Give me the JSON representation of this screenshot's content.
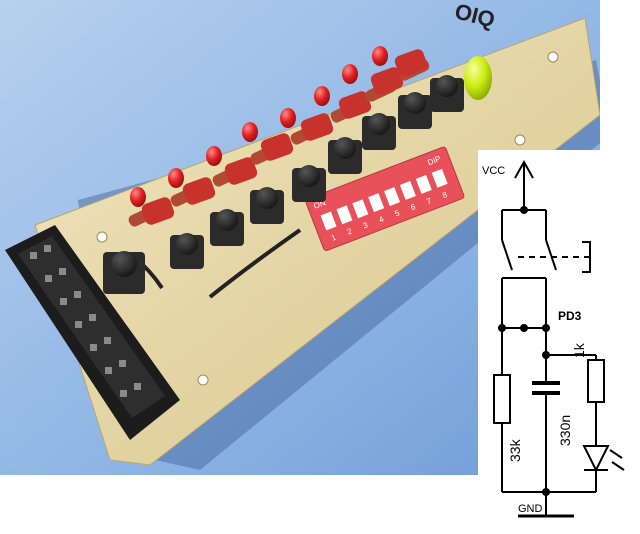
{
  "photo": {
    "board_marking": "OIQ",
    "dip_switch": {
      "header_left": "ON",
      "header_right": "DIP",
      "numbers": [
        "1",
        "2",
        "3",
        "4",
        "5",
        "6",
        "7",
        "8"
      ]
    }
  },
  "schematic": {
    "vcc_label": "VCC",
    "pin_label": "PD3",
    "gnd_label": "GND",
    "r_pulldown": "33k",
    "capacitor": "330n",
    "r_led": "1k"
  },
  "colors": {
    "background_sky": "#a8c8f0",
    "pcb": "#e9d9a6",
    "connector": "#1f1f1f",
    "dip_switch": "#e8505a",
    "led_red": "#d81f1f",
    "led_yellow": "#c8f000",
    "resistor_body": "#b04a33",
    "schematic_line": "#000000"
  },
  "icons": [
    "pushbutton-icon",
    "led-icon",
    "resistor-icon",
    "capacitor-icon",
    "switch-icon",
    "diode-icon",
    "ground-icon",
    "arrow-up-icon"
  ]
}
